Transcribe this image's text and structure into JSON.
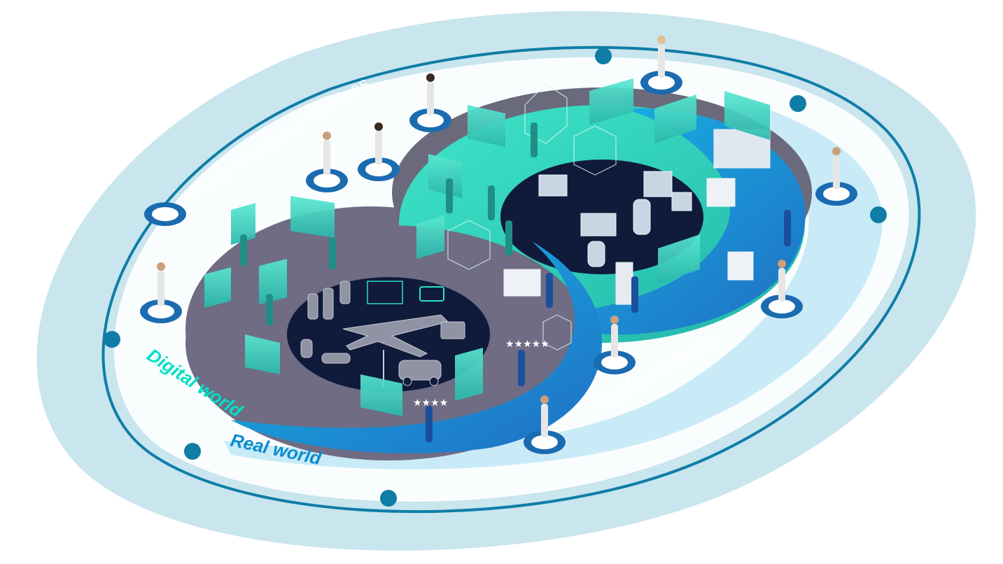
{
  "labels": {
    "services": "Digital Enterprise Services",
    "performance": "Performance",
    "digital_world": "Digital world",
    "real_world": "Real world"
  },
  "colors": {
    "outer_track": "#c9e5ee",
    "inner_track_line": "#0f7da6",
    "digital_ring": "#2de0c6",
    "real_ring": "#1b9ee8",
    "dark_core": "#101a3a",
    "grey_zone": "#6f6c83",
    "node": "#0f7da6"
  },
  "icons": {
    "people": "person-on-platform-icon",
    "screens": "holographic-screen-icon",
    "machines": "industrial-machine-icon",
    "stars": "rating-stars-icon"
  }
}
